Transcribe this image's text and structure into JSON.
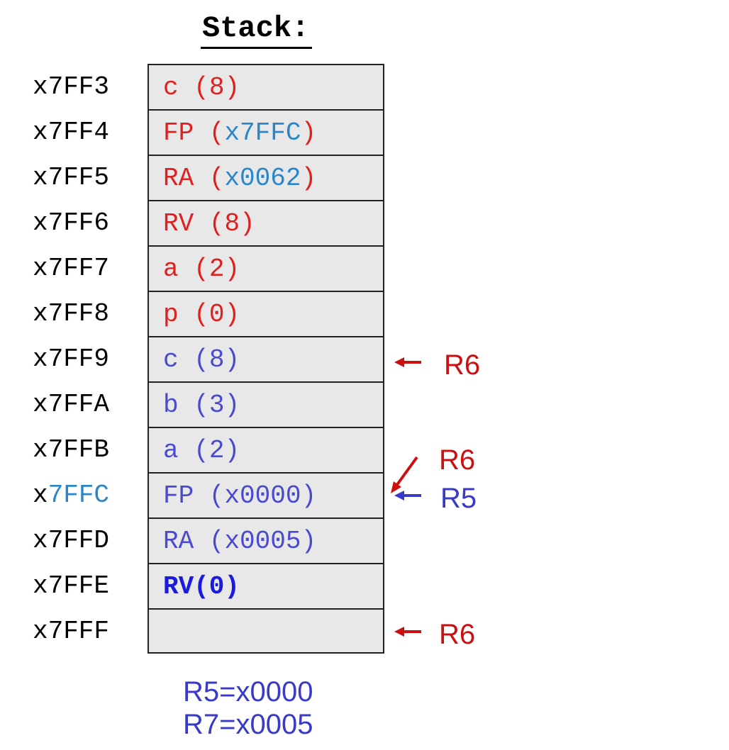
{
  "title": "Stack:",
  "rows": [
    {
      "addr": "x7FF3",
      "name": "c",
      "value": "8"
    },
    {
      "addr": "x7FF4",
      "name": "FP",
      "value": "x7FFC"
    },
    {
      "addr": "x7FF5",
      "name": "RA",
      "value": "x0062"
    },
    {
      "addr": "x7FF6",
      "name": "RV",
      "value": "8"
    },
    {
      "addr": "x7FF7",
      "name": "a",
      "value": "2"
    },
    {
      "addr": "x7FF8",
      "name": "p",
      "value": "0"
    },
    {
      "addr": "x7FF9",
      "name": "c",
      "value": "8"
    },
    {
      "addr": "x7FFA",
      "name": "b",
      "value": "3"
    },
    {
      "addr": "x7FFB",
      "name": "a",
      "value": "2"
    },
    {
      "addr_prefix": "x",
      "addr_highlight": "7FFC",
      "name": "FP",
      "value": "x0000"
    },
    {
      "addr": "x7FFD",
      "name": "RA",
      "value": "x0005"
    },
    {
      "addr": "x7FFE",
      "text": "RV(0)"
    },
    {
      "addr": "x7FFF",
      "text": ""
    }
  ],
  "pointers": {
    "r6_a": "R6",
    "r6_b": "R6",
    "r5": "R5",
    "r6_c": "R6"
  },
  "footer": {
    "r5": "R5=x0000",
    "r7": "R7=x0005"
  },
  "colors": {
    "caller_frame": "#e02020",
    "callee_frame": "#4a4ad0",
    "address_ref": "#2a86c8",
    "pointer_r6": "#cc1010",
    "pointer_r5": "#3a3ac8"
  }
}
